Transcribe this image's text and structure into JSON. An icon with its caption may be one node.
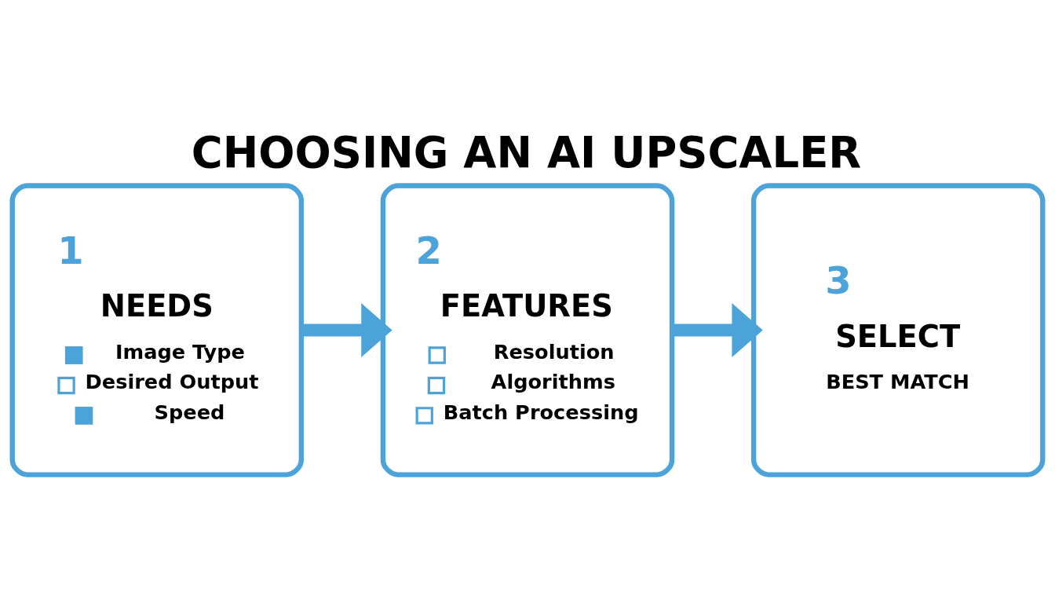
{
  "diagram": {
    "title": "CHOOSING AN AI UPSCALER",
    "nodes": [
      {
        "text": [
          "1",
          "NEEDS",
          "Image Type",
          "Desired Output",
          "Speed"
        ]
      },
      {
        "text": [
          "2",
          "FEATURES",
          "Resolution",
          "Algorithms",
          "Batch Processing"
        ]
      },
      {
        "text": [
          "3",
          "SELECT",
          "BEST MATCH"
        ]
      }
    ],
    "edges": [
      {
        "from": 0,
        "to": 1,
        "arrow": "to"
      },
      {
        "from": 1,
        "to": 2,
        "arrow": "to"
      }
    ]
  }
}
